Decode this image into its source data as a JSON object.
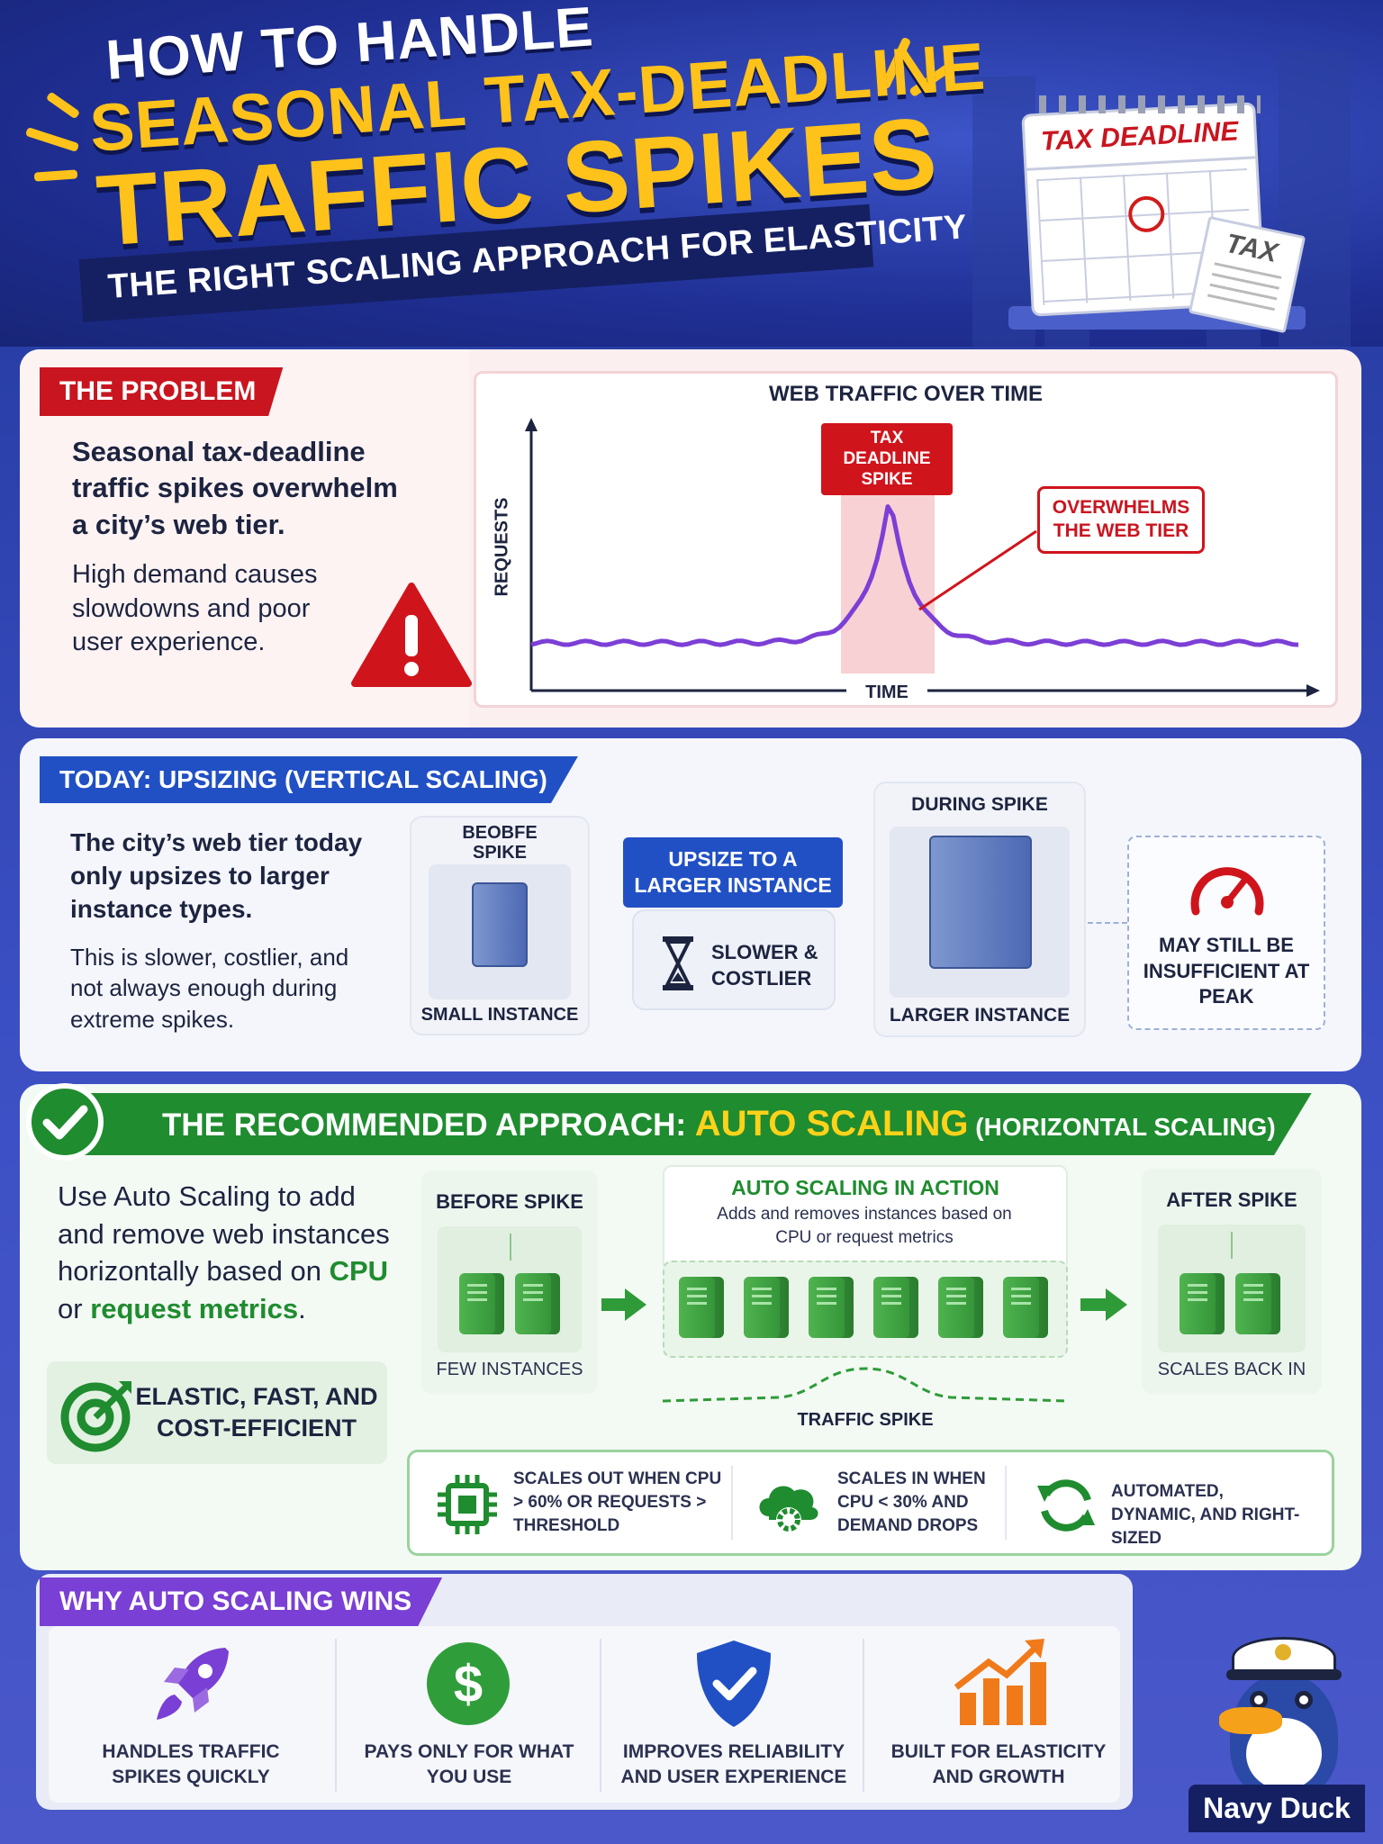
{
  "header": {
    "line1": "HOW TO HANDLE",
    "line2": "SEASONAL TAX-DEADLINE",
    "line3": "TRAFFIC SPIKES",
    "subtitle": "THE RIGHT SCALING APPROACH FOR ELASTICITY",
    "calendar_label": "TAX DEADLINE",
    "doc_label": "TAX"
  },
  "problem": {
    "tag": "THE PROBLEM",
    "headline": "Seasonal tax-deadline traffic spikes overwhelm a city’s web tier.",
    "body": "High demand causes slowdowns and poor user experience.",
    "chart": {
      "title": "WEB TRAFFIC OVER TIME",
      "ylabel": "REQUESTS",
      "xlabel": "TIME",
      "spike_label": "TAX DEADLINE SPIKE",
      "callout": "OVERWHELMS THE WEB TIER"
    }
  },
  "today": {
    "tag": "TODAY: UPSIZING (VERTICAL SCALING)",
    "headline": "The city’s web tier today only upsizes to larger instance types.",
    "body": "This is slower, costlier, and not always enough during extreme spikes.",
    "before_title": "BEOBFE SPIKE",
    "before_caption": "SMALL INSTANCE",
    "upsize_label": "UPSIZE TO A LARGER INSTANCE",
    "slower_label": "SLOWER & COSTLIER",
    "during_title": "DURING SPIKE",
    "during_caption": "LARGER INSTANCE",
    "insufficient": "MAY STILL BE INSUFFICIENT AT PEAK"
  },
  "recommended": {
    "tag_prefix": "THE RECOMMENDED APPROACH: ",
    "tag_highlight": "AUTO SCALING",
    "tag_suffix": " (HORIZONTAL SCALING)",
    "body_part1": "Use Auto Scaling to add and remove web instances horizontally based on ",
    "body_cpu": "CPU",
    "body_or": " or ",
    "body_metrics": "request metrics",
    "body_end": ".",
    "elastic": "ELASTIC, FAST, AND COST-EFFICIENT",
    "before_title": "BEFORE SPIKE",
    "before_caption": "FEW INSTANCES",
    "action_title": "AUTO SCALING IN ACTION",
    "action_sub": "Adds and removes instances based on CPU or request metrics",
    "traffic_label": "TRAFFIC SPIKE",
    "after_title": "AFTER SPIKE",
    "after_caption": "SCALES BACK IN",
    "rules": [
      {
        "text": "SCALES OUT WHEN CPU > 60% OR REQUESTS > THRESHOLD",
        "icon": "chip-icon"
      },
      {
        "text": "SCALES IN WHEN CPU < 30% AND DEMAND DROPS",
        "icon": "cloud-gear-icon"
      },
      {
        "text": "AUTOMATED, DYNAMIC, AND RIGHT-SIZED",
        "icon": "refresh-icon"
      }
    ]
  },
  "why": {
    "tag": "WHY AUTO SCALING WINS",
    "items": [
      {
        "text": "HANDLES TRAFFIC SPIKES QUICKLY",
        "icon": "rocket-icon"
      },
      {
        "text": "PAYS ONLY FOR WHAT YOU USE",
        "icon": "dollar-icon"
      },
      {
        "text": "IMPROVES RELIABILITY AND USER EXPERIENCE",
        "icon": "shield-check-icon"
      },
      {
        "text": "BUILT FOR ELASTICITY AND GROWTH",
        "icon": "growth-chart-icon"
      }
    ]
  },
  "brand": "Navy Duck",
  "colors": {
    "red": "#c9151f",
    "blue": "#2150c5",
    "green": "#1f8c2f",
    "purple": "#7a3fd4",
    "yellow": "#ffc21a"
  }
}
